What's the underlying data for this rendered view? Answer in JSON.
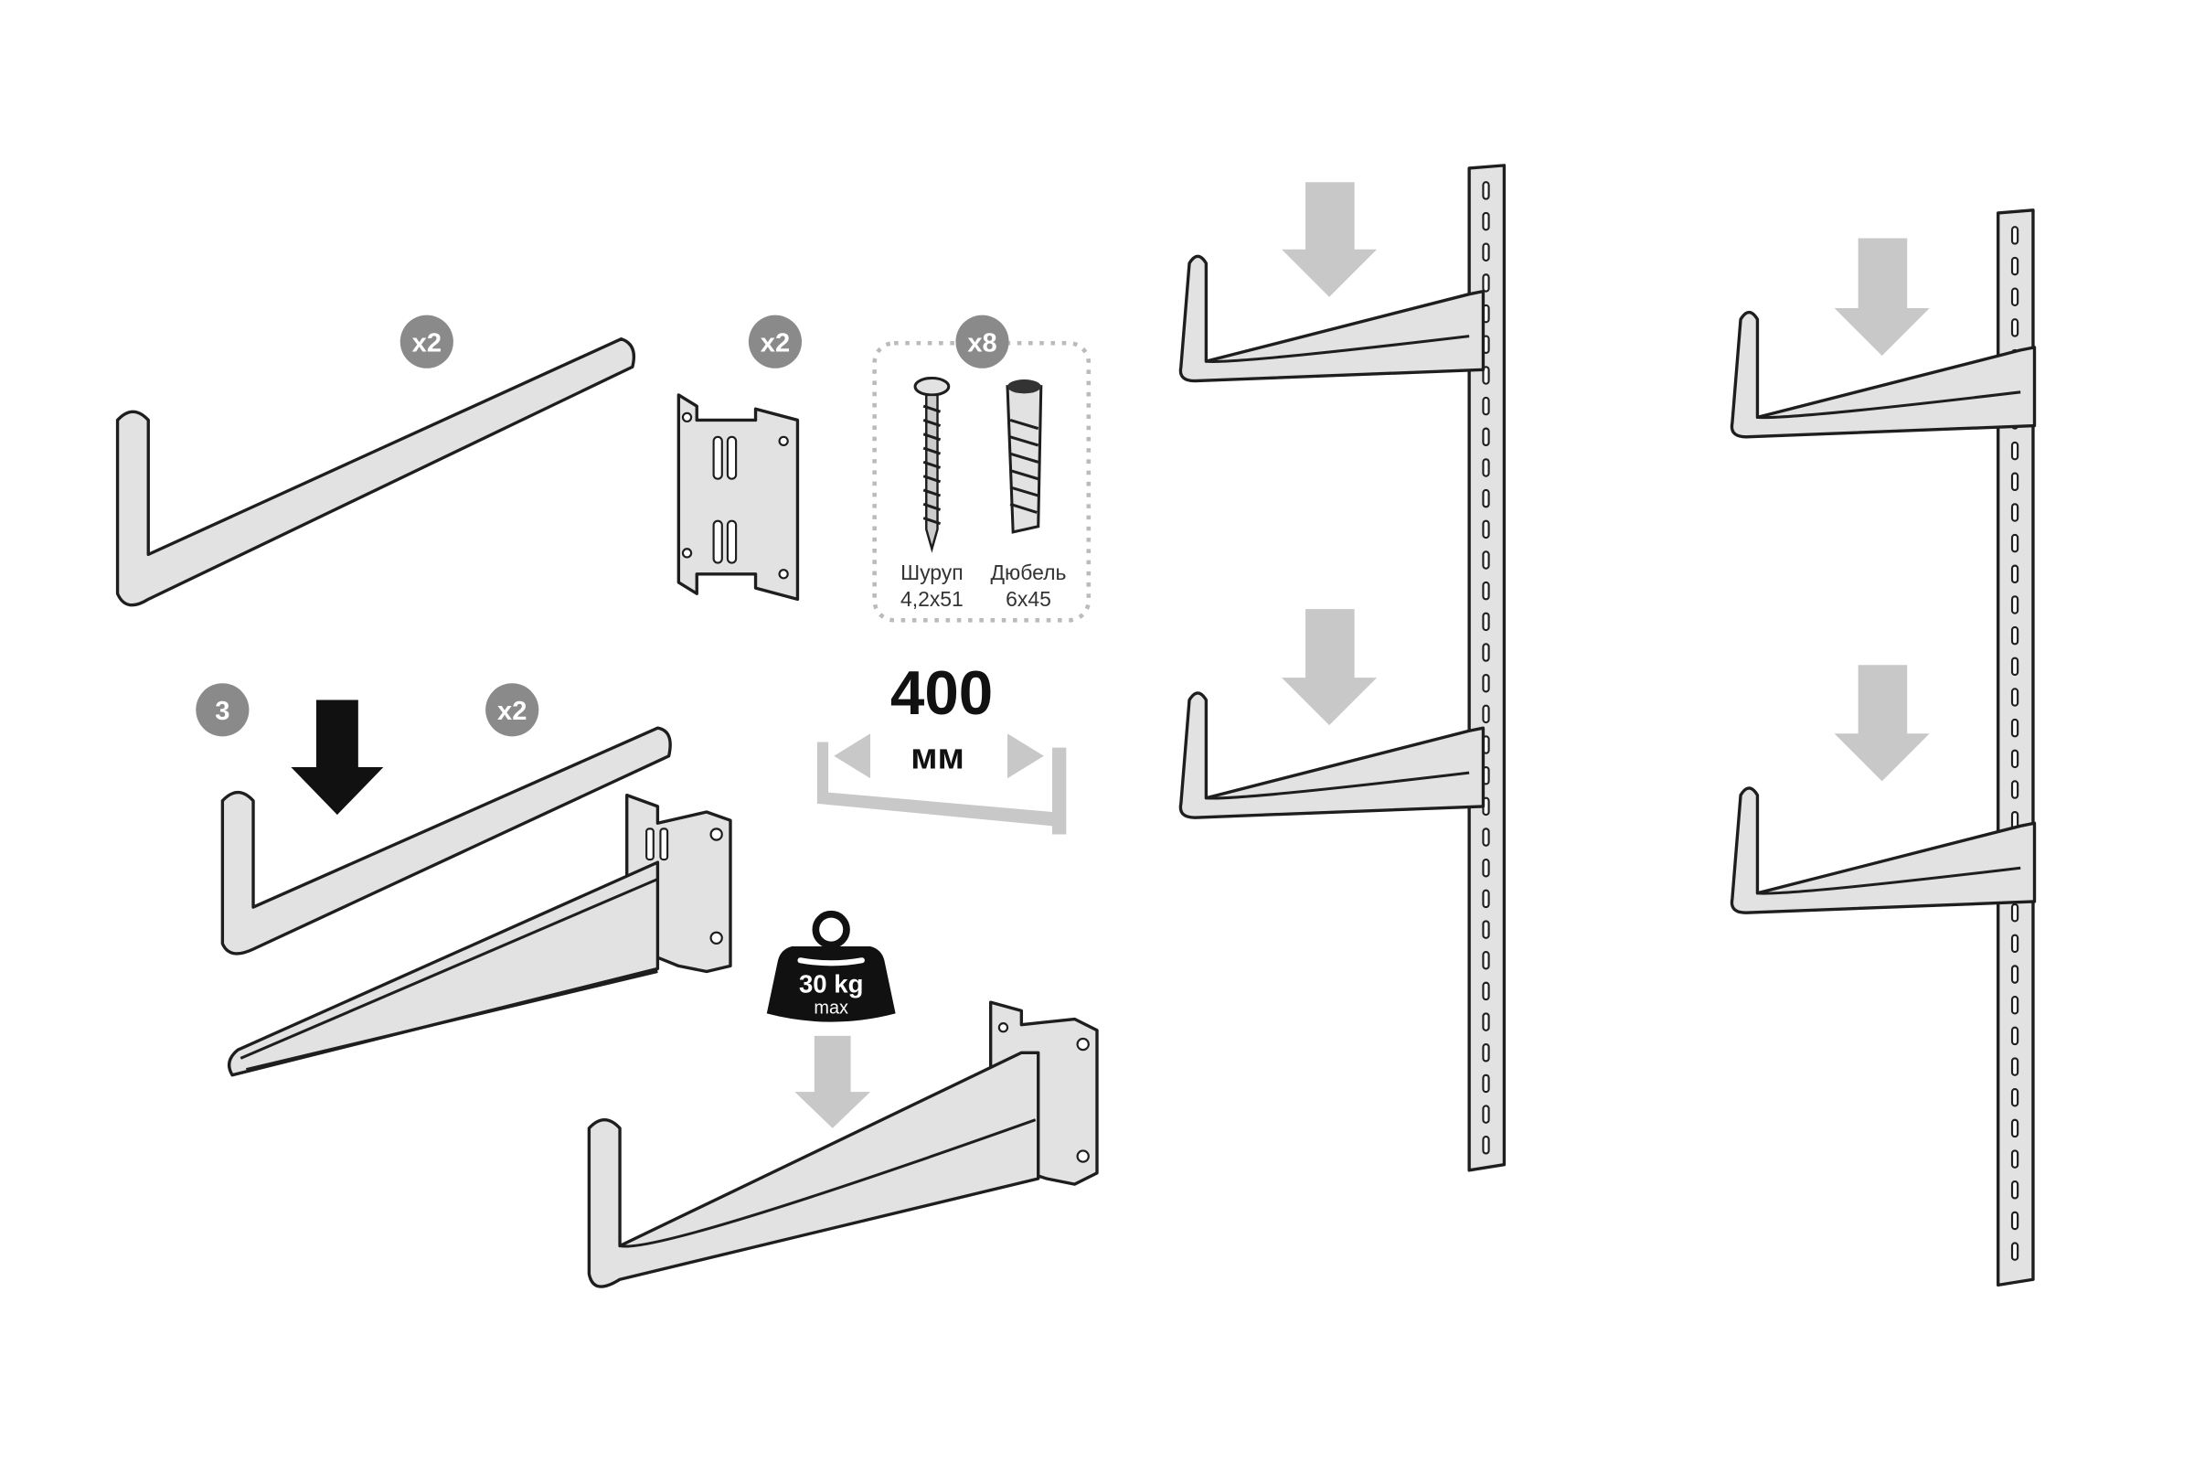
{
  "badges": {
    "rods_qty": "x2",
    "connector_qty": "x2",
    "fasteners_qty": "x8",
    "step_number": "3",
    "brackets_qty": "x2"
  },
  "fasteners": {
    "screw_name": "Шуруп",
    "screw_size": "4,2x51",
    "dowel_name": "Дюбель",
    "dowel_size": "6x45"
  },
  "dimension": {
    "value": "400",
    "unit": "мм"
  },
  "load": {
    "value": "30 kg",
    "suffix": "max"
  },
  "colors": {
    "badge": "#8a8a8a",
    "part_fill": "#e2e2e2",
    "arrow_gray": "#c8c8c8",
    "arrow_black": "#111111"
  }
}
